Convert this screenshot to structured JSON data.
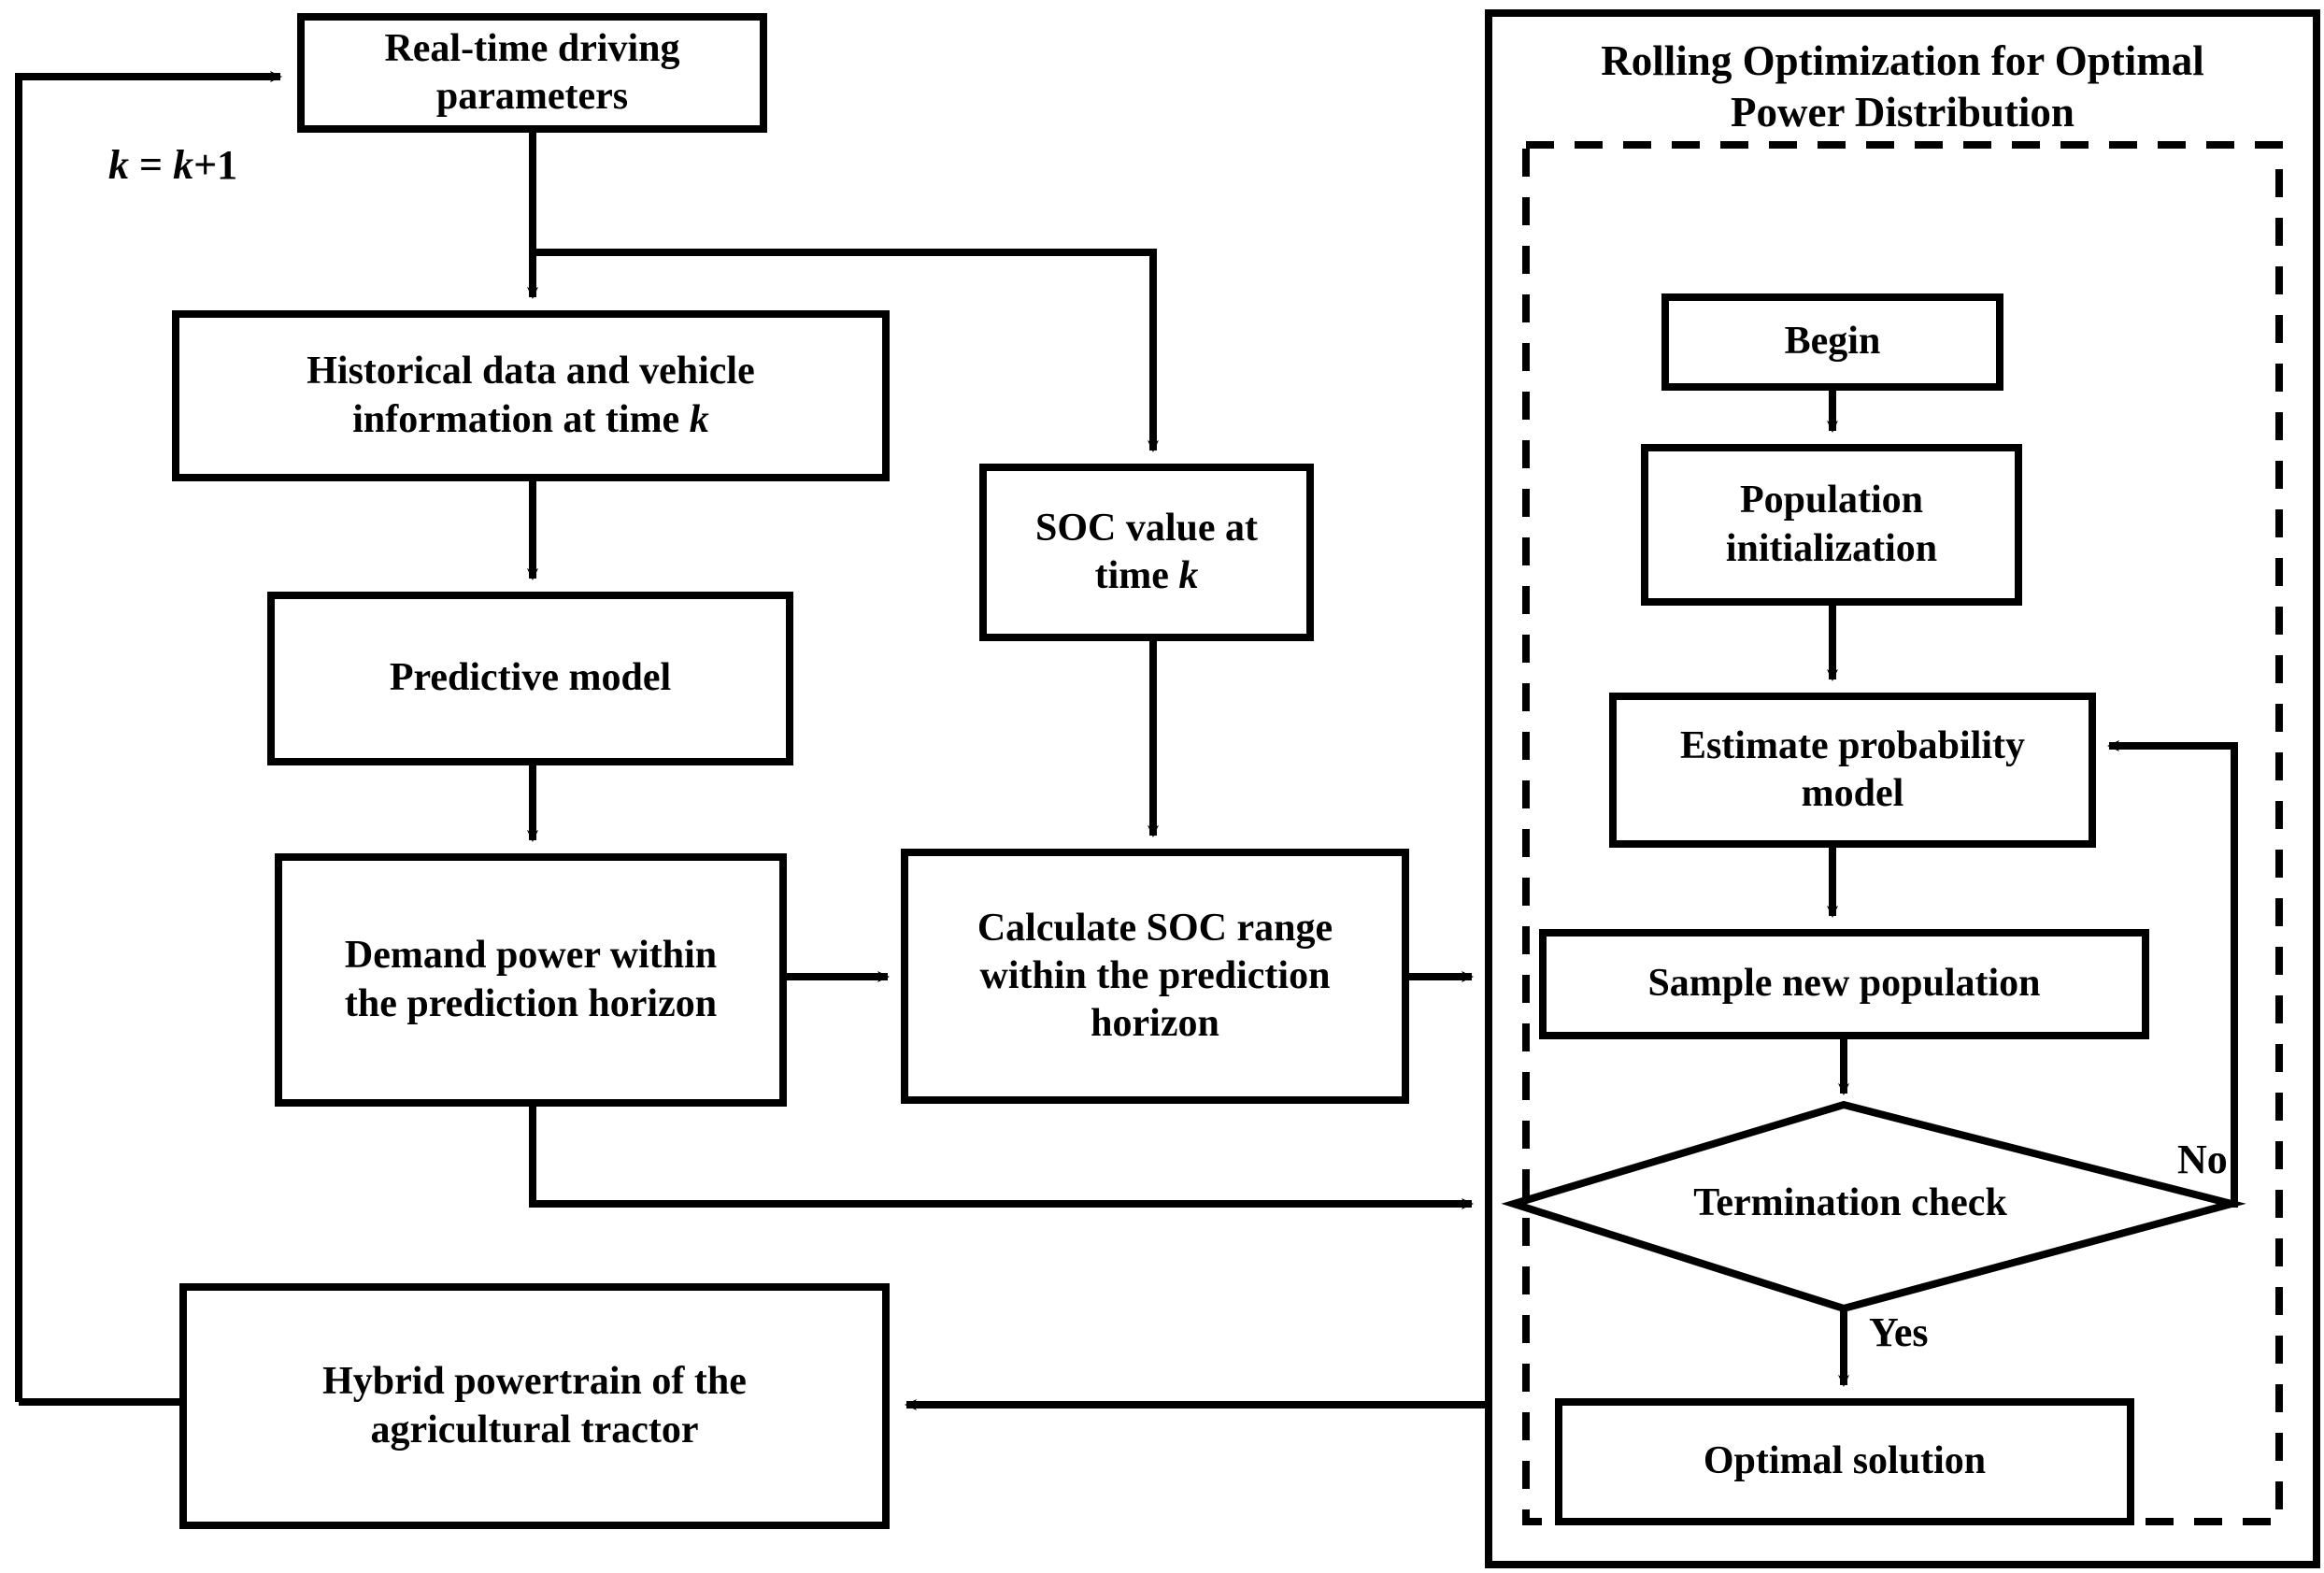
{
  "diagram": {
    "title_panel": {
      "line1": "Rolling Optimization for Optimal",
      "line2": "Power Distribution"
    },
    "left_flow": {
      "realtime": "Real-time driving\nparameters",
      "historical_prefix": "Historical data and vehicle\ninformation at time ",
      "historical_italic": "k",
      "predictive": "Predictive model",
      "demand": "Demand power within\nthe prediction horizon",
      "soc_value_prefix": "SOC value at\ntime ",
      "soc_value_italic": "k",
      "soc_range": "Calculate SOC range\nwithin the prediction\nhorizon",
      "powertrain": "Hybrid powertrain of the\nagricultural  tractor"
    },
    "right_flow": {
      "begin": "Begin",
      "population_init": "Population\ninitialization",
      "estimate_model": "Estimate probability\nmodel",
      "sample_population": "Sample new population",
      "termination": "Termination check",
      "optimal": "Optimal solution"
    },
    "edge_labels": {
      "feedback_k1_a": "k",
      "feedback_k1_b": " = ",
      "feedback_k1_c": "k",
      "feedback_k1_d": "+1",
      "no": "No",
      "yes": "Yes"
    },
    "colors": {
      "stroke": "#000000",
      "fill": "#ffffff",
      "background": "#ffffff"
    }
  }
}
